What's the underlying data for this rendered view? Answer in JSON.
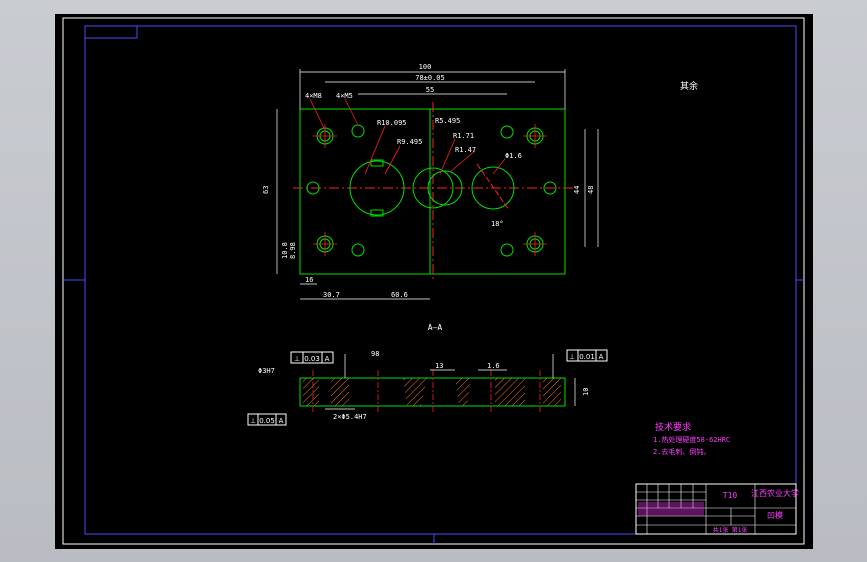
{
  "colors": {
    "background": "#000000",
    "frame": "#ffffff",
    "inner_frame": "#4a4aff",
    "outline": "#00e000",
    "dimension": "#ffffff",
    "centerline": "#ff2020",
    "annotation": "#ff3cff",
    "hatch": "#ff7a1a"
  },
  "plan_view": {
    "dims": {
      "overall_width": "100",
      "hole_spacing": "78±0.05",
      "center_spacing": "55",
      "height_left": "63",
      "height_right_outer": "48",
      "height_right_inner": "44",
      "bottom_left_small": "16",
      "bottom_left": "30.7",
      "bottom_mid": "60.6",
      "left_vertical_1": "10.8",
      "left_vertical_2": "8.98"
    },
    "notes": {
      "holes_left": "4×M8",
      "holes_left2": "4×M5",
      "radius_main": "R10.095",
      "radius_main2": "R9.495",
      "radius_small": "R1.71",
      "radius_small2": "R1.47",
      "radius_top": "R5.495",
      "dia_right": "Φ1.6",
      "angle": "18°",
      "surface": "其余"
    }
  },
  "section": {
    "label": "A—A",
    "tol_top_left": [
      "⊥",
      "0.03",
      "A"
    ],
    "tol_top_right": [
      "⊥",
      "0.01",
      "A"
    ],
    "tol_bottom_left": [
      "⊥",
      "0.05",
      "A"
    ],
    "dims": {
      "left_dia": "Φ3H7",
      "callout_bottom": "2×Φ5.4H7",
      "mid_a": "13",
      "mid_b": "1.6",
      "height": "10",
      "mid_top": "98"
    }
  },
  "tech_notes": {
    "title": "技术要求",
    "line1": "1.热处理硬度58-62HRC",
    "line2": "2.去毛刺、倒钝。"
  },
  "title_block": {
    "material": "T10",
    "school": "江西农业大学",
    "part_name": "凹模",
    "sheet": "共1张 第1张"
  }
}
